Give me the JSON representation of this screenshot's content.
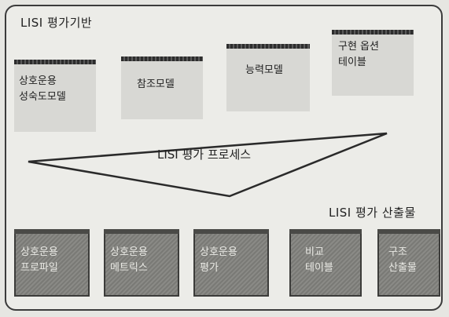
{
  "frame": {
    "base_title": "LISI 평가기반",
    "process_title": "LISI 평가 프로세스",
    "output_title": "LISI 평가 산출물"
  },
  "base_items": [
    {
      "label": "상호운용\n성숙도모델"
    },
    {
      "label": "참조모델"
    },
    {
      "label": "능력모델"
    },
    {
      "label": "구현 옵션\n테이블"
    }
  ],
  "output_items": [
    {
      "label": "상호운용\n프로파일"
    },
    {
      "label": "상호운용\n메트릭스"
    },
    {
      "label": "상호운용\n평가"
    },
    {
      "label": "비교\n테이블"
    },
    {
      "label": "구조\n산출물"
    }
  ]
}
